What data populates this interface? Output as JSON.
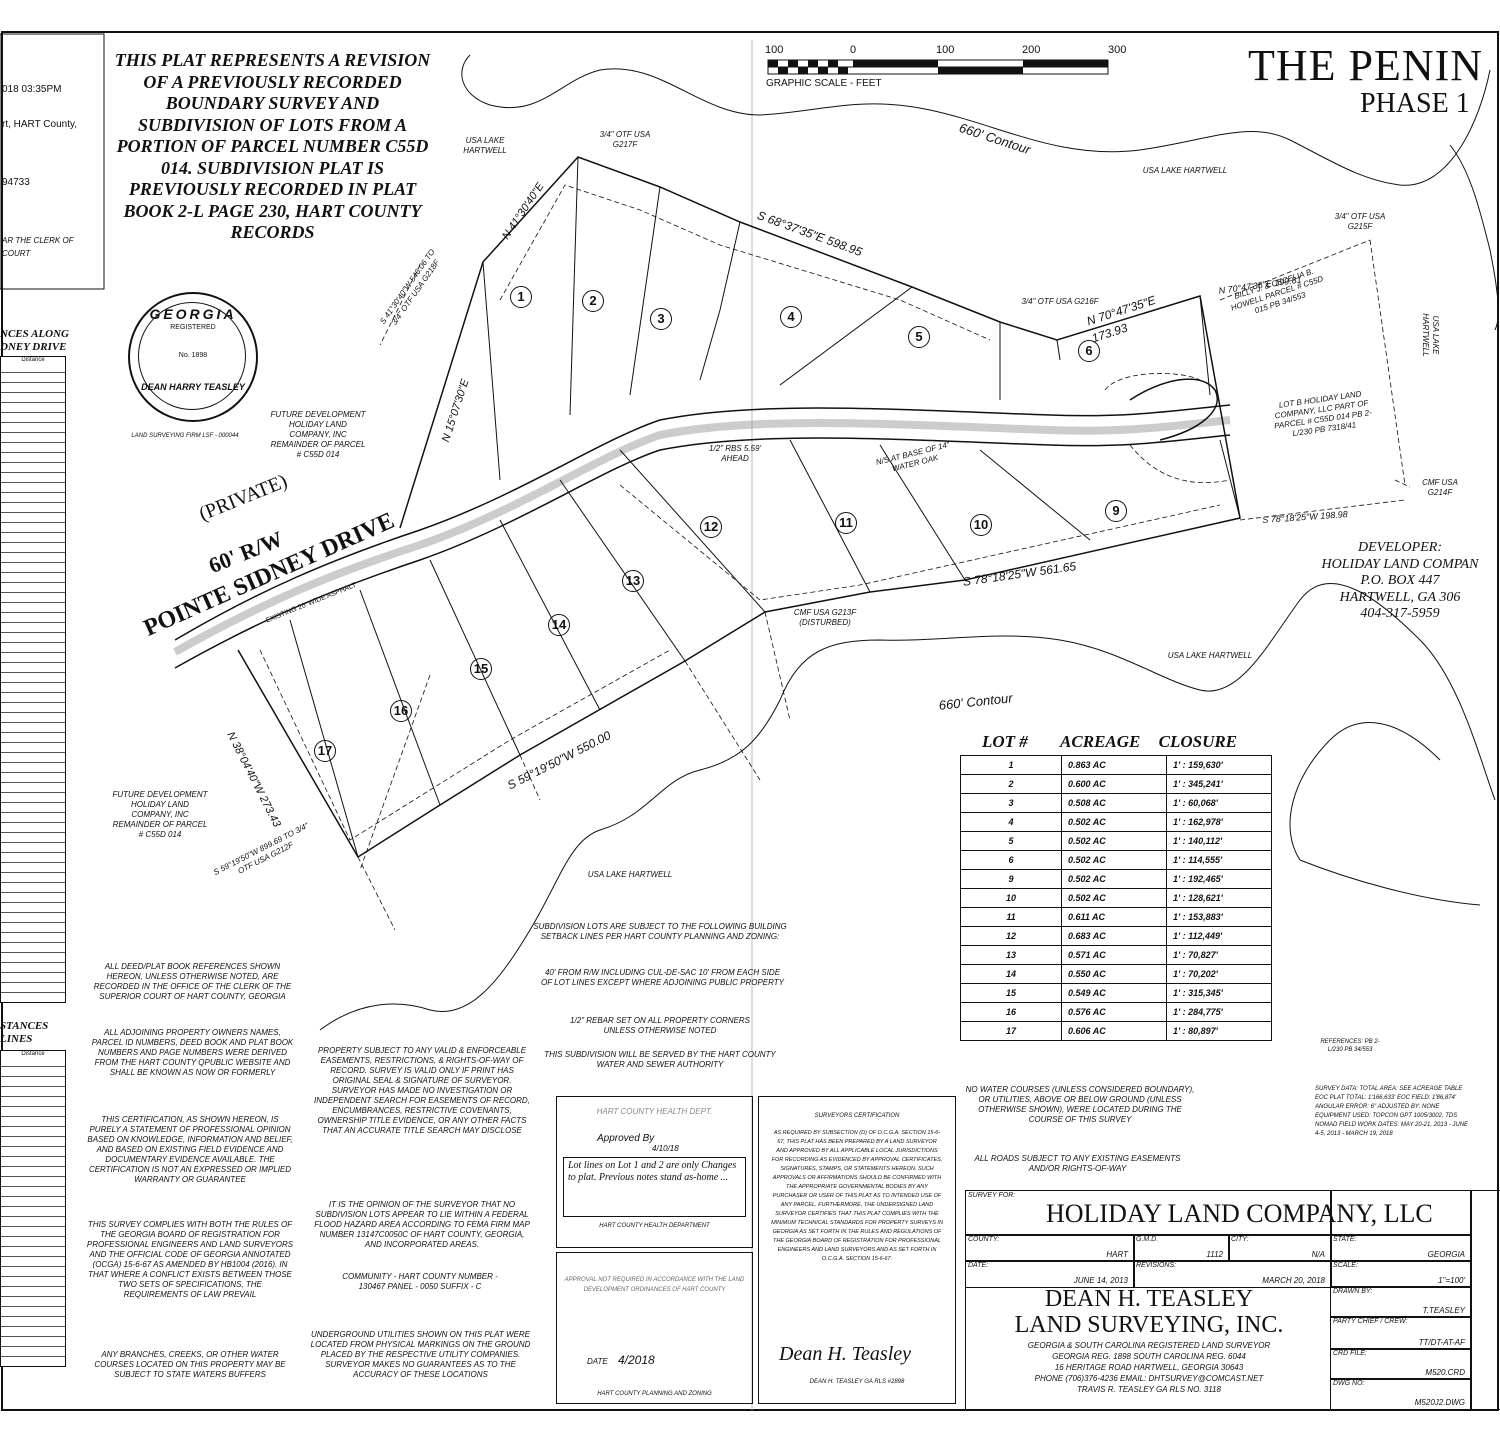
{
  "title": {
    "main": "THE PENIN",
    "phase": "PHASE 1"
  },
  "graphic_scale": {
    "ticks": [
      "100",
      "0",
      "100",
      "200",
      "300"
    ],
    "label": "GRAPHIC SCALE - FEET"
  },
  "recording_box": {
    "line1": "018 03:35PM",
    "line2": "rt, HART County,",
    "line3": "94733",
    "line4": "AR THE CLERK OF",
    "line5": "COURT"
  },
  "revision_note": "THIS PLAT REPRESENTS A REVISION OF A PREVIOUSLY RECORDED BOUNDARY SURVEY AND SUBDIVISION OF LOTS FROM A PORTION OF PARCEL NUMBER C55D 014. SUBDIVISION PLAT IS PREVIOUSLY RECORDED IN PLAT BOOK 2-L PAGE 230, HART COUNTY RECORDS",
  "seal": {
    "top": "GEORGIA",
    "mid": "REGISTERED",
    "bottom": "DEAN HARRY TEASLEY",
    "number": "No. 1898"
  },
  "seal_caption": "LAND SURVEYING FIRM LSF - 000044",
  "left_table_1_title": "NCES ALONG DNEY DRIVE",
  "left_table_2_title": "STANCES LINES",
  "left_col_header": "Distance",
  "road": {
    "private": "(PRIVATE)",
    "row": "60' R/W",
    "name": "POINTE SIDNEY DRIVE",
    "asphalt": "EXISTING 20' WIDE ASPHALT"
  },
  "labels": {
    "lake1": "USA LAKE HARTWELL",
    "lake2": "USA LAKE HARTWELL",
    "lake3": "USA LAKE HARTWELL",
    "lake4": "USA LAKE HARTWELL",
    "lake5": "USA LAKE HARTWELL",
    "contour1": "660' Contour",
    "contour2": "660' Contour",
    "future1": "FUTURE DEVELOPMENT HOLIDAY LAND COMPANY, INC REMAINDER OF PARCEL # C55D 014",
    "future2": "FUTURE DEVELOPMENT HOLIDAY LAND COMPANY, INC REMAINDER OF PARCEL # C55D 014",
    "howell": "BILLY J. & CECELIA B. HOWELL PARCEL # C55D 015 PB 34/553",
    "lot_b": "LOT B HOLIDAY LAND COMPANY, LLC PART OF PARCEL # C55D 014 PB 2-L/230 PB 7318/41",
    "bearing_a": "S 68°37'35\"E 598.95",
    "bearing_b": "N 70°47'35\"E",
    "bearing_c": "S 78°18'25\"W 561.65",
    "bearing_d": "S 59°19'50\"W 550.00",
    "bearing_e": "N 41°30'40\"E",
    "bearing_f": "N 15°07'30\"E",
    "bearing_g": "N 38°04'40\"W 273.43",
    "bearing_h": "N 70°47'35\"E 199.81",
    "bearing_i": "S 78°18'25\"W 198.98",
    "bearing_j": "S 59°19'50\"W 899.69 TO 3/4\" OTF USA G212F",
    "bearing_k": "S 41°30'40\"W 546.06 TO 3/4\" OTF USA G218F",
    "dist_173": "173.93",
    "otf_1": "3/4\" OTF USA G217F",
    "otf_2": "3/4\" OTF USA G216F",
    "otf_3": "3/4\" OTF USA G215F",
    "cmf_1": "CMF USA G213F (DISTURBED)",
    "cmf_2": "CMF USA G214F",
    "oak": "N/S at Base of 14\" Water Oak",
    "rebar": "1/2\" RBS 5.59' Ahead"
  },
  "developer": {
    "title": "DEVELOPER:",
    "name": "HOLIDAY LAND COMPAN",
    "box": "P.O. BOX 447",
    "city": "HARTWELL, GA 306",
    "phone": "404-317-5959"
  },
  "lot_numbers": [
    "1",
    "2",
    "3",
    "4",
    "5",
    "6",
    "9",
    "10",
    "11",
    "12",
    "13",
    "14",
    "15",
    "16",
    "17"
  ],
  "acreage_table": {
    "headers": [
      "LOT #",
      "ACREAGE",
      "CLOSURE"
    ],
    "rows": [
      [
        "1",
        "0.863 AC",
        "1' : 159,630'"
      ],
      [
        "2",
        "0.600 AC",
        "1' : 345,241'"
      ],
      [
        "3",
        "0.508 AC",
        "1' : 60,068'"
      ],
      [
        "4",
        "0.502 AC",
        "1' : 162,978'"
      ],
      [
        "5",
        "0.502 AC",
        "1' : 140,112'"
      ],
      [
        "6",
        "0.502 AC",
        "1' : 114,555'"
      ],
      [
        "9",
        "0.502 AC",
        "1' : 192,465'"
      ],
      [
        "10",
        "0.502 AC",
        "1' : 128,621'"
      ],
      [
        "11",
        "0.611 AC",
        "1' : 153,883'"
      ],
      [
        "12",
        "0.683 AC",
        "1' : 112,449'"
      ],
      [
        "13",
        "0.571 AC",
        "1' : 70,827'"
      ],
      [
        "14",
        "0.550 AC",
        "1' : 70,202'"
      ],
      [
        "15",
        "0.549 AC",
        "1' : 315,345'"
      ],
      [
        "16",
        "0.576 AC",
        "1' : 284,775'"
      ],
      [
        "17",
        "0.606 AC",
        "1' : 80,897'"
      ]
    ]
  },
  "notes": {
    "deed": "ALL DEED/PLAT BOOK REFERENCES SHOWN HEREON, UNLESS OTHERWISE NOTED, ARE RECORDED IN THE OFFICE OF THE CLERK OF THE SUPERIOR COURT OF HART COUNTY, GEORGIA",
    "owners": "ALL ADJOINING PROPERTY OWNERS NAMES, PARCEL ID NUMBERS, DEED BOOK AND PLAT BOOK NUMBERS AND PAGE NUMBERS WERE DERIVED FROM THE HART COUNTY QPUBLIC WEBSITE AND SHALL BE KNOWN AS NOW OR FORMERLY",
    "cert": "THIS CERTIFICATION, AS SHOWN HEREON, IS PURELY A STATEMENT OF PROFESSIONAL OPINION BASED ON KNOWLEDGE, INFORMATION AND BELIEF, AND BASED ON EXISTING FIELD EVIDENCE AND DOCUMENTARY EVIDENCE AVAILABLE. THE CERTIFICATION IS NOT AN EXPRESSED OR IMPLIED WARRANTY OR GUARANTEE",
    "rules": "THIS SURVEY COMPLIES WITH BOTH THE RULES OF THE GEORGIA BOARD OF REGISTRATION FOR PROFESSIONAL ENGINEERS AND LAND SURVEYORS AND THE OFFICIAL CODE OF GEORGIA ANNOTATED (OCGA) 15-6-67 AS AMENDED BY HB1004 (2016). IN THAT WHERE A CONFLICT EXISTS BETWEEN THOSE TWO SETS OF SPECIFICATIONS, THE REQUIREMENTS OF LAW PREVAIL",
    "branches": "ANY BRANCHES, CREEKS, OR OTHER WATER COURSES LOCATED ON THIS PROPERTY MAY BE SUBJECT TO STATE WATERS BUFFERS",
    "easements": "PROPERTY SUBJECT TO ANY VALID & ENFORCEABLE EASEMENTS, RESTRICTIONS, & RIGHTS-OF-WAY OF RECORD. SURVEY IS VALID ONLY IF PRINT HAS ORIGINAL SEAL & SIGNATURE OF SURVEYOR. SURVEYOR HAS MADE NO INVESTIGATION OR INDEPENDENT SEARCH FOR EASEMENTS OF RECORD, ENCUMBRANCES, RESTRICTIVE COVENANTS, OWNERSHIP TITLE EVIDENCE, OR ANY OTHER FACTS THAT AN ACCURATE TITLE SEARCH MAY DISCLOSE",
    "flood": "IT IS THE OPINION OF THE SURVEYOR THAT NO SUBDIVISION LOTS APPEAR TO LIE WITHIN A FEDERAL FLOOD HAZARD AREA ACCORDING TO FEMA FIRM MAP NUMBER 13147C0050C OF HART COUNTY, GEORGIA, AND INCORPORATED AREAS.",
    "community": "COMMUNITY - HART COUNTY NUMBER - 130467 PANEL - 0050 SUFFIX - C",
    "utilities": "UNDERGROUND UTILITIES SHOWN ON THIS PLAT WERE LOCATED FROM PHYSICAL MARKINGS ON THE GROUND PLACED BY THE RESPECTIVE UTILITY COMPANIES. SURVEYOR MAKES NO GUARANTEES AS TO THE ACCURACY OF THESE LOCATIONS",
    "setback": "SUBDIVISION LOTS ARE SUBJECT TO THE FOLLOWING BUILDING SETBACK LINES PER HART COUNTY PLANNING AND ZONING:",
    "setback2": "40' FROM R/W INCLUDING CUL-DE-SAC 10' FROM EACH SIDE OF LOT LINES EXCEPT WHERE ADJOINING PUBLIC PROPERTY",
    "rebar": "1/2\" REBAR SET ON ALL PROPERTY CORNERS UNLESS OTHERWISE NOTED",
    "water": "THIS SUBDIVISION WILL BE SERVED BY THE HART COUNTY WATER AND SEWER AUTHORITY",
    "courses": "NO WATER COURSES (UNLESS CONSIDERED BOUNDARY), OR UTILITIES, ABOVE OR BELOW GROUND (UNLESS OTHERWISE SHOWN), WERE LOCATED DURING THE COURSE OF THIS SURVEY",
    "roads": "ALL ROADS SUBJECT TO ANY EXISTING EASEMENTS AND/OR RIGHTS-OF-WAY",
    "references": "REFERENCES: PB 2-L/230 PB 34/553"
  },
  "health": {
    "line1": "HART COUNTY HEALTH DEPT.",
    "approved": "Approved By",
    "date": "4/10/18",
    "hand": "Lot lines on Lot 1 and 2 are only Changes to plat. Previous notes stand as-home ... ",
    "caption": "HART COUNTY HEALTH DEPARTMENT"
  },
  "planning": {
    "line": "APPROVAL NOT REQUIRED IN ACCORDANCE WITH THE LAND DEVELOPMENT ORDINANCES OF HART COUNTY",
    "date_label": "DATE",
    "date": "4/2018",
    "caption": "HART COUNTY PLANNING AND ZONING"
  },
  "surveyor_cert": {
    "title": "SURVEYORS CERTIFICATION",
    "body": "AS REQUIRED BY SUBSECTION (d) OF O.C.G.A. SECTION 15-6-67, THIS PLAT HAS BEEN PREPARED BY A LAND SURVEYOR AND APPROVED BY ALL APPLICABLE LOCAL JURISDICTIONS FOR RECORDING AS EVIDENCED BY APPROVAL CERTIFICATES, SIGNATURES, STAMPS, OR STATEMENTS HEREON. SUCH APPROVALS OR AFFIRMATIONS SHOULD BE CONFIRMED WITH THE APPROPRIATE GOVERNMENTAL BODIES BY ANY PURCHASER OR USER OF THIS PLAT AS TO INTENDED USE OF ANY PARCEL. FURTHERMORE, THE UNDERSIGNED LAND SURVEYOR CERTIFIES THAT THIS PLAT COMPLIES WITH THE MINIMUM TECHNICAL STANDARDS FOR PROPERTY SURVEYS IN GEORGIA AS SET FORTH IN THE RULES AND REGULATIONS OF THE GEORGIA BOARD OF REGISTRATION FOR PROFESSIONAL ENGINEERS AND LAND SURVEYORS AND AS SET FORTH IN O.C.G.A. SECTION 15-6-67.",
    "signature": "Dean H. Teasley",
    "caption": "DEAN H. TEASLEY GA RLS #2898"
  },
  "survey_data": "SURVEY DATA: TOTAL AREA: SEE ACREAGE TABLE EOC PLAT TOTAL: 1'166,633' EOC FIELD: 1'86,874' ANGULAR ERROR: 6\" ADJUSTED BY: NONE EQUIPMENT USED: TOPCON GPT 1005/3002, TDS NOMAD FIELD WORK DATES: MAY 20-21, 2013 - JUNE 4-5, 2013 - MARCH 19, 2018",
  "title_block": {
    "survey_for_label": "SURVEY FOR:",
    "client": "HOLIDAY LAND COMPANY, LLC",
    "county_label": "COUNTY:",
    "county": "HART",
    "gmd_label": "G.M.D.",
    "gmd": "1112",
    "city_label": "CITY:",
    "city": "N/A",
    "state_label": "STATE:",
    "state": "GEORGIA",
    "date_label": "DATE:",
    "date": "JUNE 14, 2013",
    "rev_label": "REVISIONS:",
    "rev": "MARCH 20, 2018",
    "scale_label": "SCALE:",
    "scale": "1\"=100'",
    "drawn_label": "DRAWN BY:",
    "drawn": "T.TEASLEY",
    "crew_label": "PARTY CHIEF / CREW:",
    "crew": "TT/DT-AT-AF",
    "crd_label": "CRD FILE:",
    "crd": "M520.CRD",
    "dwg_label": "DWG NO:",
    "dwg": "M520J2.DWG",
    "firm1": "DEAN H. TEASLEY",
    "firm2": "LAND SURVEYING, INC.",
    "firm3": "GEORGIA & SOUTH CAROLINA REGISTERED LAND SURVEYOR",
    "firm4": "GEORGIA REG. 1898 SOUTH CAROLINA REG. 6044",
    "firm5": "16 HERITAGE ROAD HARTWELL, GEORGIA 30643",
    "firm6": "PHONE (706)376-4236 EMAIL: DHTSURVEY@COMCAST.NET",
    "firm7": "TRAVIS R. TEASLEY GA RLS NO. 3118"
  }
}
